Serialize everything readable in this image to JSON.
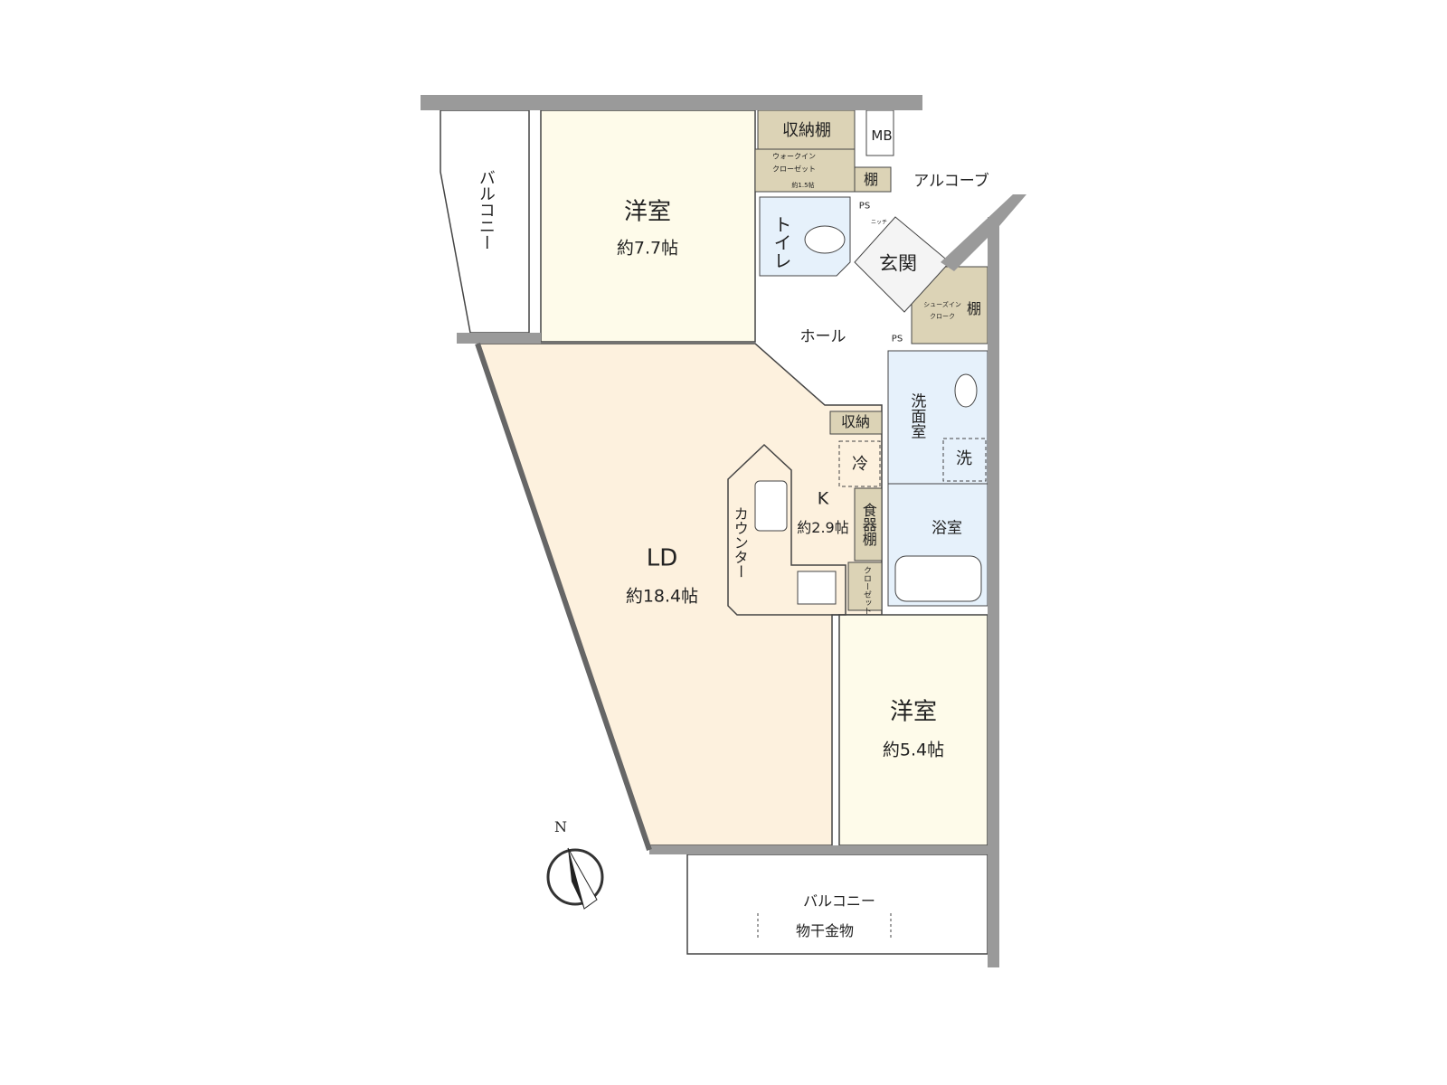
{
  "rooms": {
    "western_room_1": {
      "name": "洋室",
      "size": "約7.7帖"
    },
    "western_room_2": {
      "name": "洋室",
      "size": "約5.4帖"
    },
    "living_dining": {
      "name": "LD",
      "size": "約18.4帖"
    },
    "kitchen": {
      "name": "K",
      "size": "約2.9帖"
    },
    "walk_in_closet": {
      "name_line1": "ウォークイン",
      "name_line2": "クローゼット",
      "size": "約1.5帖"
    },
    "storage_shelf": "収納棚",
    "shelf_top": "棚",
    "meter_box": "MB",
    "alcove": "アルコーブ",
    "ps_top": "PS",
    "niche": "ニッチ",
    "toilet": "トイレ",
    "entrance": "玄関",
    "shoe_in_closet_line1": "シューズイン",
    "shoe_in_closet_line2": "クローク",
    "shelf_shoe": "棚",
    "ps_bottom": "PS",
    "hall": "ホール",
    "storage": "収納",
    "washroom": "洗面室",
    "washer": "洗",
    "fridge": "冷",
    "cupboard": "食器棚",
    "bathroom": "浴室",
    "closet": "クローゼット",
    "counter": "カウンター",
    "balcony_left": "バルコニー",
    "balcony_bottom": "バルコニー",
    "clothes_drying": "物干金物"
  },
  "compass": {
    "north_label": "N"
  },
  "colors": {
    "wall": "#9a9a9a",
    "ld_floor": "#fdf1de",
    "bedroom_floor": "#fefbea",
    "storage": "#dcd3b6",
    "wet_area": "#e6f1fb"
  }
}
